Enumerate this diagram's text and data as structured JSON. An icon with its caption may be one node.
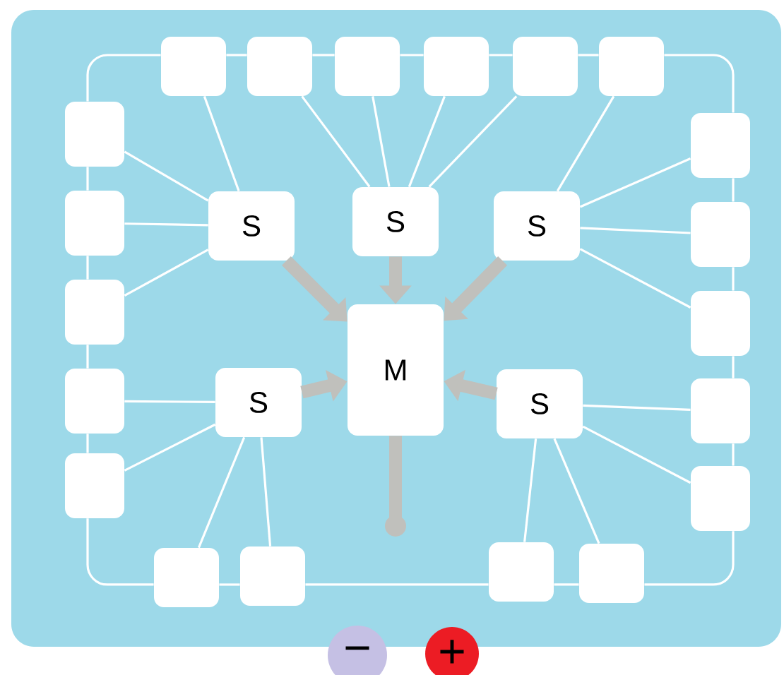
{
  "diagram": {
    "nodes": [
      {
        "text": [],
        "shape": "box"
      },
      {
        "text": [],
        "shape": "box"
      },
      {
        "text": [],
        "shape": "box"
      },
      {
        "text": [],
        "shape": "box"
      },
      {
        "text": [],
        "shape": "box"
      },
      {
        "text": [],
        "shape": "box"
      },
      {
        "text": [],
        "shape": "box"
      },
      {
        "text": [],
        "shape": "box"
      },
      {
        "text": [],
        "shape": "box"
      },
      {
        "text": [],
        "shape": "box"
      },
      {
        "text": [],
        "shape": "box"
      },
      {
        "text": [],
        "shape": "box"
      },
      {
        "text": [],
        "shape": "box"
      },
      {
        "text": [],
        "shape": "box"
      },
      {
        "text": [],
        "shape": "box"
      },
      {
        "text": [],
        "shape": "box"
      },
      {
        "text": [],
        "shape": "box"
      },
      {
        "text": [],
        "shape": "box"
      },
      {
        "text": [],
        "shape": "box"
      },
      {
        "text": [],
        "shape": "box"
      },
      {
        "text": [
          "S"
        ]
      },
      {
        "text": [
          "S"
        ]
      },
      {
        "text": [
          "S"
        ]
      },
      {
        "text": [
          "S"
        ]
      },
      {
        "text": [
          "M"
        ]
      },
      {
        "text": [
          "S"
        ]
      }
    ],
    "edges": [
      {
        "from": 20,
        "to": 0,
        "arrow": "none"
      },
      {
        "from": 20,
        "to": 6,
        "arrow": "none"
      },
      {
        "from": 20,
        "to": 7,
        "arrow": "none"
      },
      {
        "from": 20,
        "to": 8,
        "arrow": "none"
      },
      {
        "from": 21,
        "to": 1,
        "arrow": "none"
      },
      {
        "from": 21,
        "to": 2,
        "arrow": "none"
      },
      {
        "from": 21,
        "to": 3,
        "arrow": "none"
      },
      {
        "from": 21,
        "to": 4,
        "arrow": "none"
      },
      {
        "from": 22,
        "to": 5,
        "arrow": "none"
      },
      {
        "from": 22,
        "to": 11,
        "arrow": "none"
      },
      {
        "from": 22,
        "to": 12,
        "arrow": "none"
      },
      {
        "from": 22,
        "to": 13,
        "arrow": "none"
      },
      {
        "from": 23,
        "to": 9,
        "arrow": "none"
      },
      {
        "from": 23,
        "to": 10,
        "arrow": "none"
      },
      {
        "from": 23,
        "to": 16,
        "arrow": "none"
      },
      {
        "from": 23,
        "to": 17,
        "arrow": "none"
      },
      {
        "from": 25,
        "to": 14,
        "arrow": "none"
      },
      {
        "from": 25,
        "to": 15,
        "arrow": "none"
      },
      {
        "from": 25,
        "to": 18,
        "arrow": "none"
      },
      {
        "from": 25,
        "to": 19,
        "arrow": "none"
      },
      {
        "from": 0,
        "to": 1,
        "arrow": "none"
      },
      {
        "from": 1,
        "to": 2,
        "arrow": "none"
      },
      {
        "from": 2,
        "to": 3,
        "arrow": "none"
      },
      {
        "from": 3,
        "to": 4,
        "arrow": "none"
      },
      {
        "from": 4,
        "to": 5,
        "arrow": "none"
      },
      {
        "from": 5,
        "to": 11,
        "arrow": "none"
      },
      {
        "from": 11,
        "to": 12,
        "arrow": "none"
      },
      {
        "from": 12,
        "to": 13,
        "arrow": "none"
      },
      {
        "from": 13,
        "to": 14,
        "arrow": "none"
      },
      {
        "from": 14,
        "to": 15,
        "arrow": "none"
      },
      {
        "from": 15,
        "to": 19,
        "arrow": "none"
      },
      {
        "from": 19,
        "to": 18,
        "arrow": "none"
      },
      {
        "from": 18,
        "to": 17,
        "arrow": "none"
      },
      {
        "from": 17,
        "to": 16,
        "arrow": "none"
      },
      {
        "from": 16,
        "to": 10,
        "arrow": "none"
      },
      {
        "from": 10,
        "to": 9,
        "arrow": "none"
      },
      {
        "from": 9,
        "to": 8,
        "arrow": "none"
      },
      {
        "from": 8,
        "to": 7,
        "arrow": "none"
      },
      {
        "from": 7,
        "to": 6,
        "arrow": "none"
      },
      {
        "from": 6,
        "to": 0,
        "arrow": "none"
      },
      {
        "from": 20,
        "to": 24,
        "arrow": "to",
        "style": "thick",
        "color": "#c0c0bc"
      },
      {
        "from": 21,
        "to": 24,
        "arrow": "to",
        "style": "thick",
        "color": "#c0c0bc"
      },
      {
        "from": 22,
        "to": 24,
        "arrow": "to",
        "style": "thick",
        "color": "#c0c0bc"
      },
      {
        "from": 23,
        "to": 24,
        "arrow": "to",
        "style": "thick",
        "color": "#c0c0bc"
      },
      {
        "from": 25,
        "to": 24,
        "arrow": "to",
        "style": "thick",
        "color": "#c0c0bc"
      },
      {
        "from": 24,
        "to": null,
        "arrow": "other",
        "style": "thick",
        "color": "#c0c0bc"
      }
    ],
    "labels": [
      "−",
      "+"
    ]
  }
}
